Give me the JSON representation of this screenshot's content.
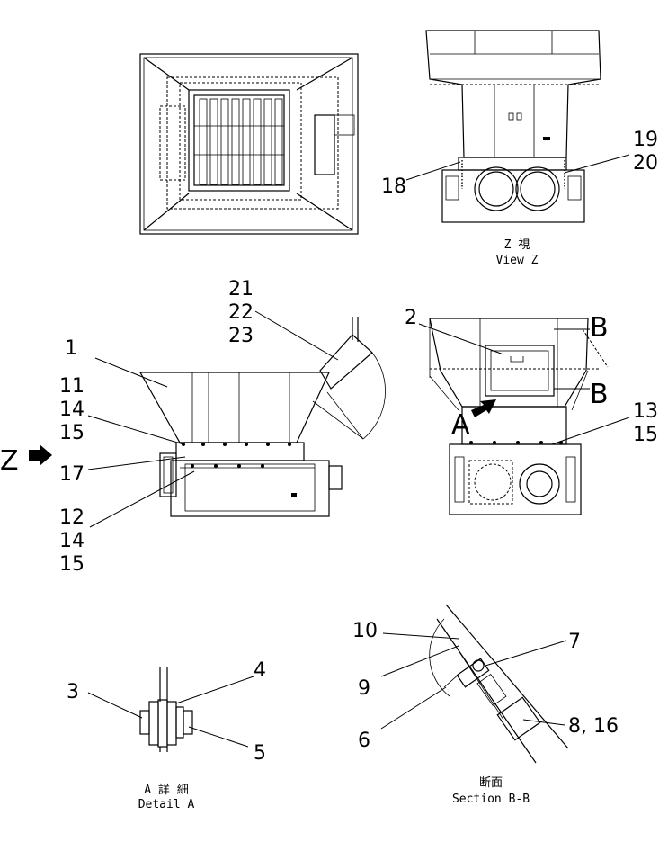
{
  "view_z": {
    "jp": "Z 視",
    "en": "View Z"
  },
  "detail_a": {
    "jp": "A 詳 細",
    "en": "Detail A"
  },
  "section_bb": {
    "jp": "断面",
    "en": "Section B-B"
  },
  "view_markers": {
    "z": "Z",
    "a": "A",
    "b_top": "B",
    "b_bottom": "B"
  },
  "callouts": {
    "c1": "1",
    "c2": "2",
    "c3": "3",
    "c4": "4",
    "c5": "5",
    "c6": "6",
    "c7": "7",
    "c8_16": "8, 16",
    "c9": "9",
    "c10": "10",
    "c11": "11",
    "c12": "12",
    "c13": "13",
    "c14a": "14",
    "c14b": "14",
    "c15a": "15",
    "c15b": "15",
    "c15c": "15",
    "c17": "17",
    "c18": "18",
    "c19": "19",
    "c20": "20",
    "c21": "21",
    "c22": "22",
    "c23": "23"
  }
}
